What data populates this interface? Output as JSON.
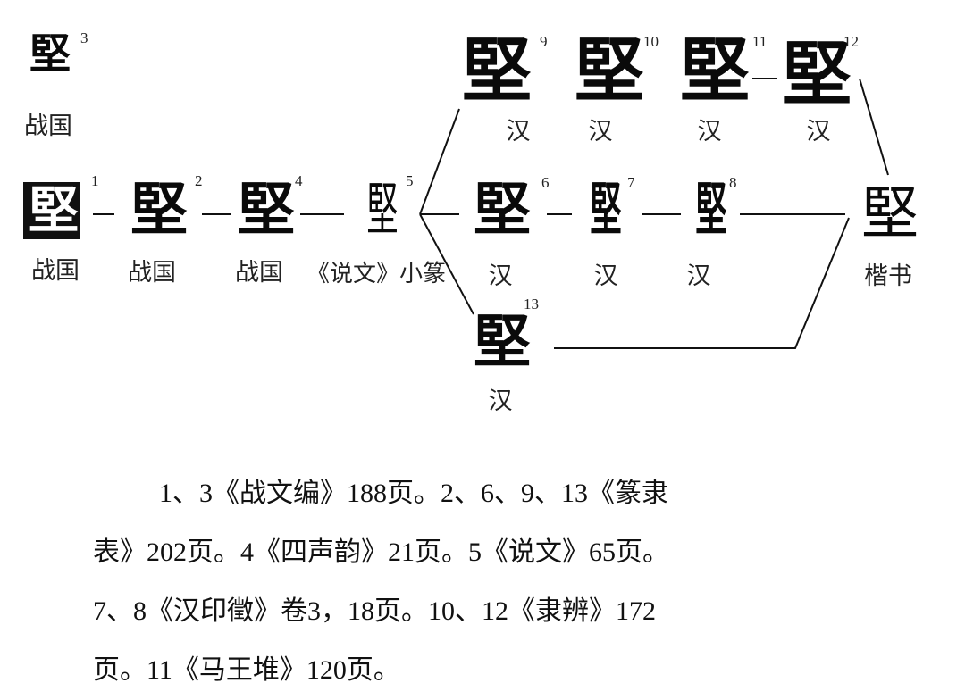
{
  "diagram": {
    "nodes": [
      {
        "id": "g3",
        "num": "3",
        "char": "堅",
        "caption": "战国"
      },
      {
        "id": "g1",
        "num": "1",
        "char": "堅",
        "caption": "战国"
      },
      {
        "id": "g2",
        "num": "2",
        "char": "堅",
        "caption": "战国"
      },
      {
        "id": "g4",
        "num": "4",
        "char": "堅",
        "caption": "战国"
      },
      {
        "id": "g5",
        "num": "5",
        "char": "堅",
        "caption": "《说文》小篆"
      },
      {
        "id": "g6",
        "num": "6",
        "char": "堅",
        "caption": "汉"
      },
      {
        "id": "g7",
        "num": "7",
        "char": "堅",
        "caption": "汉"
      },
      {
        "id": "g8",
        "num": "8",
        "char": "堅",
        "caption": "汉"
      },
      {
        "id": "g9",
        "num": "9",
        "char": "堅",
        "caption": "汉"
      },
      {
        "id": "g10",
        "num": "10",
        "char": "堅",
        "caption": "汉"
      },
      {
        "id": "g11",
        "num": "11",
        "char": "堅",
        "caption": "汉"
      },
      {
        "id": "g12",
        "num": "12",
        "char": "堅",
        "caption": "汉"
      },
      {
        "id": "g13",
        "num": "13",
        "char": "堅",
        "caption": "汉"
      },
      {
        "id": "gk",
        "num": "",
        "char": "堅",
        "caption": "楷书"
      }
    ]
  },
  "notes": {
    "line1": "1、3《战文编》188页。2、6、9、13《篆隶",
    "line2": "表》202页。4《四声韵》21页。5《说文》65页。",
    "line3": "7、8《汉印徵》卷3，18页。10、12《隶辨》172",
    "line4": "页。11《马王堆》120页。"
  }
}
